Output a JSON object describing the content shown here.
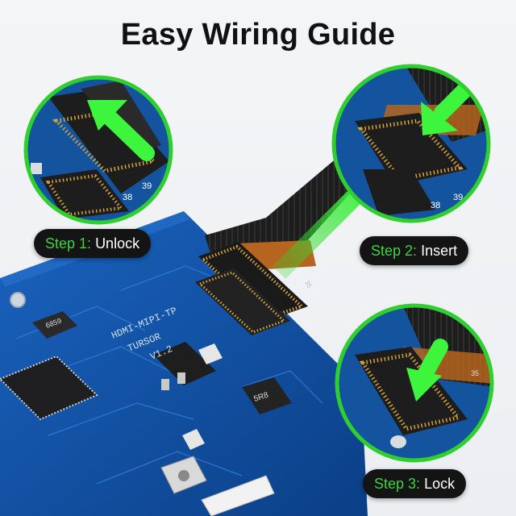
{
  "title": "Easy Wiring Guide",
  "steps": [
    {
      "step": "Step 1:",
      "action": "Unlock"
    },
    {
      "step": "Step 2:",
      "action": "Insert"
    },
    {
      "step": "Step 3:",
      "action": "Lock"
    }
  ],
  "board": {
    "silkscreen_line1": "HDMI-MIPI-TP",
    "silkscreen_line2": "TURSOR",
    "silkscreen_line3": "V1.2",
    "pin_label_a": "38",
    "pin_label_b": "39",
    "cable_marker": "35",
    "chip_label": "6859",
    "inductor_label": "5R8"
  },
  "colors": {
    "pcb": "#0d4fa0",
    "accent_green": "#3ed33e",
    "ribbon": "#1d1d1d",
    "flex_copper": "#b5651d"
  }
}
